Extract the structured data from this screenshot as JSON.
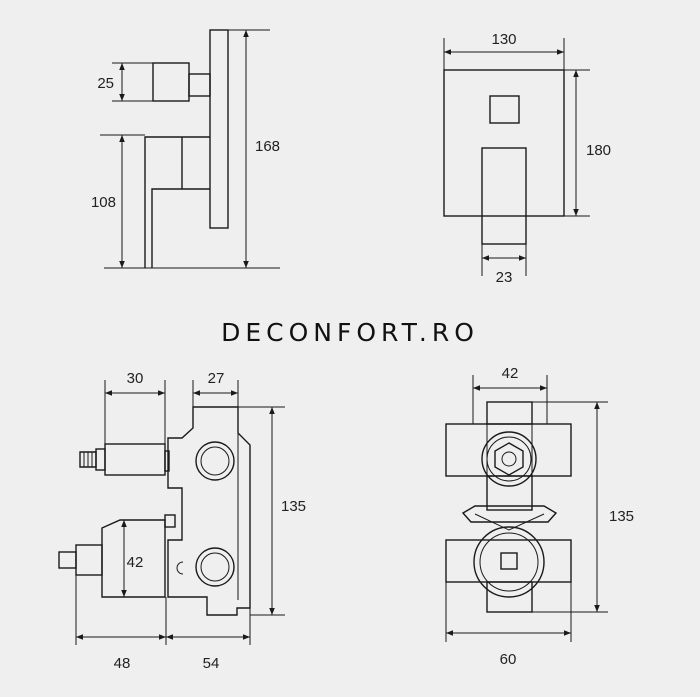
{
  "brand": "DECONFORT.RO",
  "side_view": {
    "dim_25": "25",
    "dim_108": "108",
    "dim_168": "168"
  },
  "front_view": {
    "dim_130": "130",
    "dim_180": "180",
    "dim_23": "23"
  },
  "body_side": {
    "dim_30": "30",
    "dim_27": "27",
    "dim_135": "135",
    "dim_42": "42",
    "dim_48": "48",
    "dim_54": "54"
  },
  "body_front": {
    "dim_42": "42",
    "dim_135": "135",
    "dim_60": "60"
  }
}
